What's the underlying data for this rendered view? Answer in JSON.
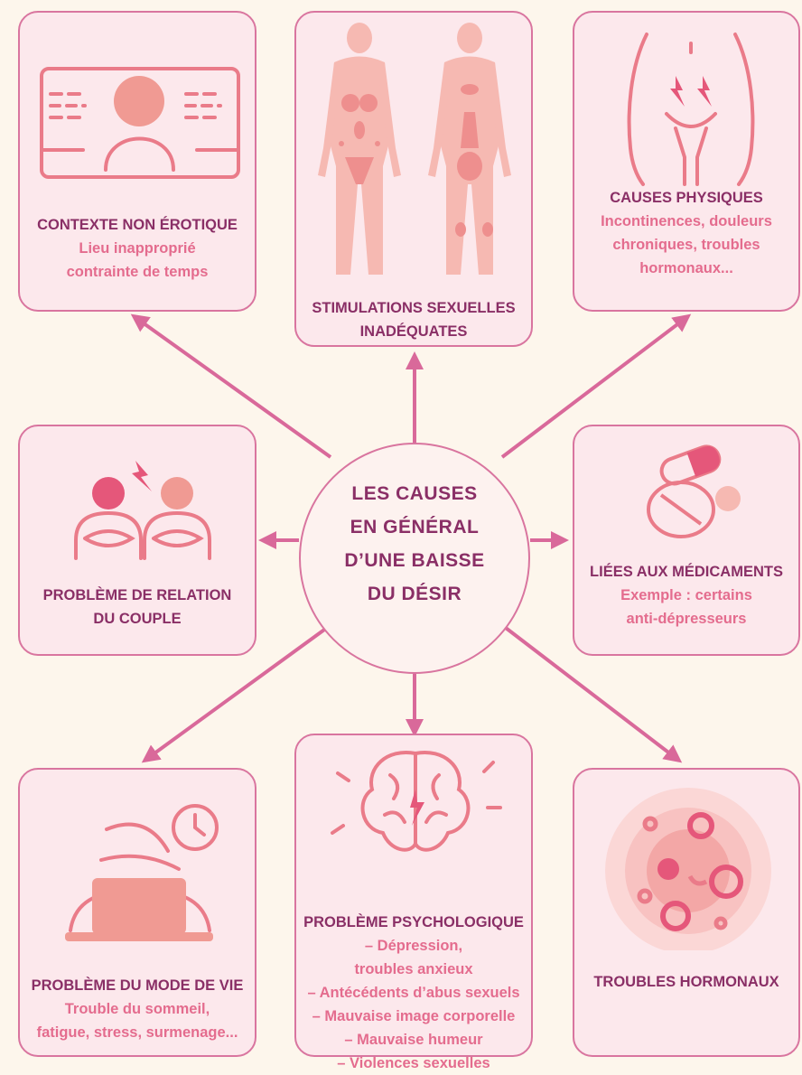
{
  "center": {
    "lines": [
      "LES CAUSES",
      "EN GÉNÉRAL",
      "D’UNE BAISSE",
      "DU DÉSIR"
    ]
  },
  "cards": {
    "contexte": {
      "icon": "video-call-icon",
      "title": [
        "CONTEXTE NON ÉROTIQUE"
      ],
      "lines": [
        "Lieu inapproprié",
        "contrainte de temps"
      ]
    },
    "stimulations": {
      "icon": "body-zones-icon",
      "title": [
        "STIMULATIONS SEXUELLES",
        "INADÉQUATES"
      ],
      "lines": []
    },
    "physiques": {
      "icon": "pelvic-pain-icon",
      "title": [
        "CAUSES PHYSIQUES"
      ],
      "lines": [
        "Incontinences, douleurs",
        "chroniques, troubles",
        "hormonaux..."
      ]
    },
    "couple": {
      "icon": "couple-conflict-icon",
      "title": [
        "PROBLÈME DE RELATION",
        "DU COUPLE"
      ],
      "lines": []
    },
    "medicaments": {
      "icon": "pills-icon",
      "title": [
        "LIÉES AUX MÉDICAMENTS"
      ],
      "lines": [
        "Exemple : certains",
        "anti-dépresseurs"
      ]
    },
    "mode_vie": {
      "icon": "tired-worker-icon",
      "title": [
        "PROBLÈME DU MODE DE VIE"
      ],
      "lines": [
        "Trouble du sommeil,",
        "fatigue, stress, surmenage..."
      ]
    },
    "psycho": {
      "icon": "brain-icon",
      "title": [
        "PROBLÈME PSYCHOLOGIQUE"
      ],
      "lines": [
        "– Dépression,",
        "troubles anxieux",
        "– Antécédents d’abus sexuels",
        "– Mauvaise image corporelle",
        "– Mauvaise humeur",
        "– Violences sexuelles"
      ]
    },
    "hormonaux": {
      "icon": "hormone-cells-icon",
      "title": [
        "TROUBLES HORMONAUX"
      ],
      "lines": []
    }
  },
  "colors": {
    "background": "#fdf6ec",
    "card_fill": "#fce8ec",
    "border": "#d9759f",
    "title_text": "#8a2f66",
    "sub_text": "#e46c8e",
    "icon_fill": "#f4a9a3",
    "icon_line": "#ea7b89",
    "accent": "#e5577a"
  }
}
